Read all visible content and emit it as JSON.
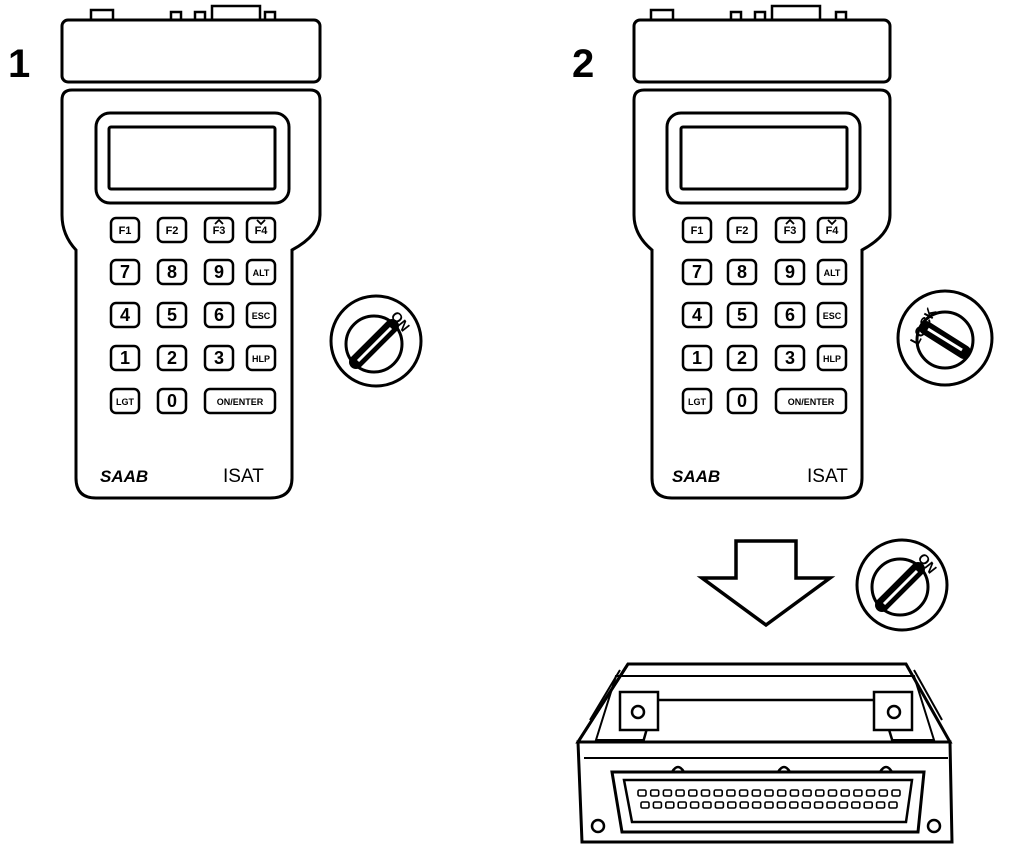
{
  "steps": [
    {
      "number": "1",
      "tester": {
        "brand": "SAAB",
        "model": "ISAT",
        "keys": {
          "row1": [
            "F1",
            "F2",
            "F3",
            "F4"
          ],
          "row2": [
            "7",
            "8",
            "9",
            "ALT"
          ],
          "row3": [
            "4",
            "5",
            "6",
            "ESC"
          ],
          "row4": [
            "1",
            "2",
            "3",
            "HLP"
          ],
          "row5": [
            "LGT",
            "0",
            "ON/ENTER"
          ]
        }
      },
      "ignition_label": "ON"
    },
    {
      "number": "2",
      "tester": {
        "brand": "SAAB",
        "model": "ISAT",
        "keys": {
          "row1": [
            "F1",
            "F2",
            "F3",
            "F4"
          ],
          "row2": [
            "7",
            "8",
            "9",
            "ALT"
          ],
          "row3": [
            "4",
            "5",
            "6",
            "ESC"
          ],
          "row4": [
            "1",
            "2",
            "3",
            "HLP"
          ],
          "row5": [
            "LGT",
            "0",
            "ON/ENTER"
          ]
        }
      },
      "ignition_label": "LOCK",
      "then_ignition_label": "ON"
    }
  ]
}
